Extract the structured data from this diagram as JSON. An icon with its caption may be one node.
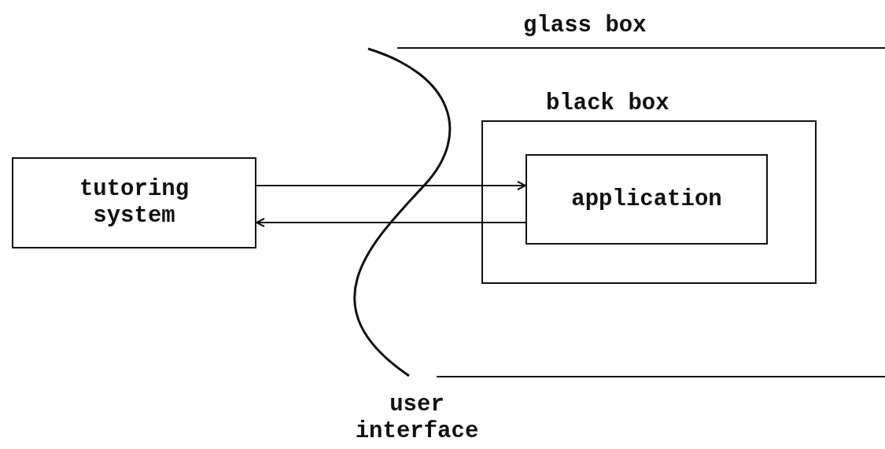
{
  "diagram": {
    "nodes": [
      {
        "text": [
          "tutoring system"
        ]
      },
      {
        "text": [
          "glass box"
        ]
      },
      {
        "text": [
          "black box"
        ],
        "in": 1
      },
      {
        "text": [
          "application"
        ],
        "in": 2
      }
    ],
    "edges": [
      {
        "from": 0,
        "to": 3,
        "arrow": "to"
      },
      {
        "from": 3,
        "to": 0,
        "arrow": "to"
      }
    ],
    "labels": [
      "user interface"
    ]
  }
}
